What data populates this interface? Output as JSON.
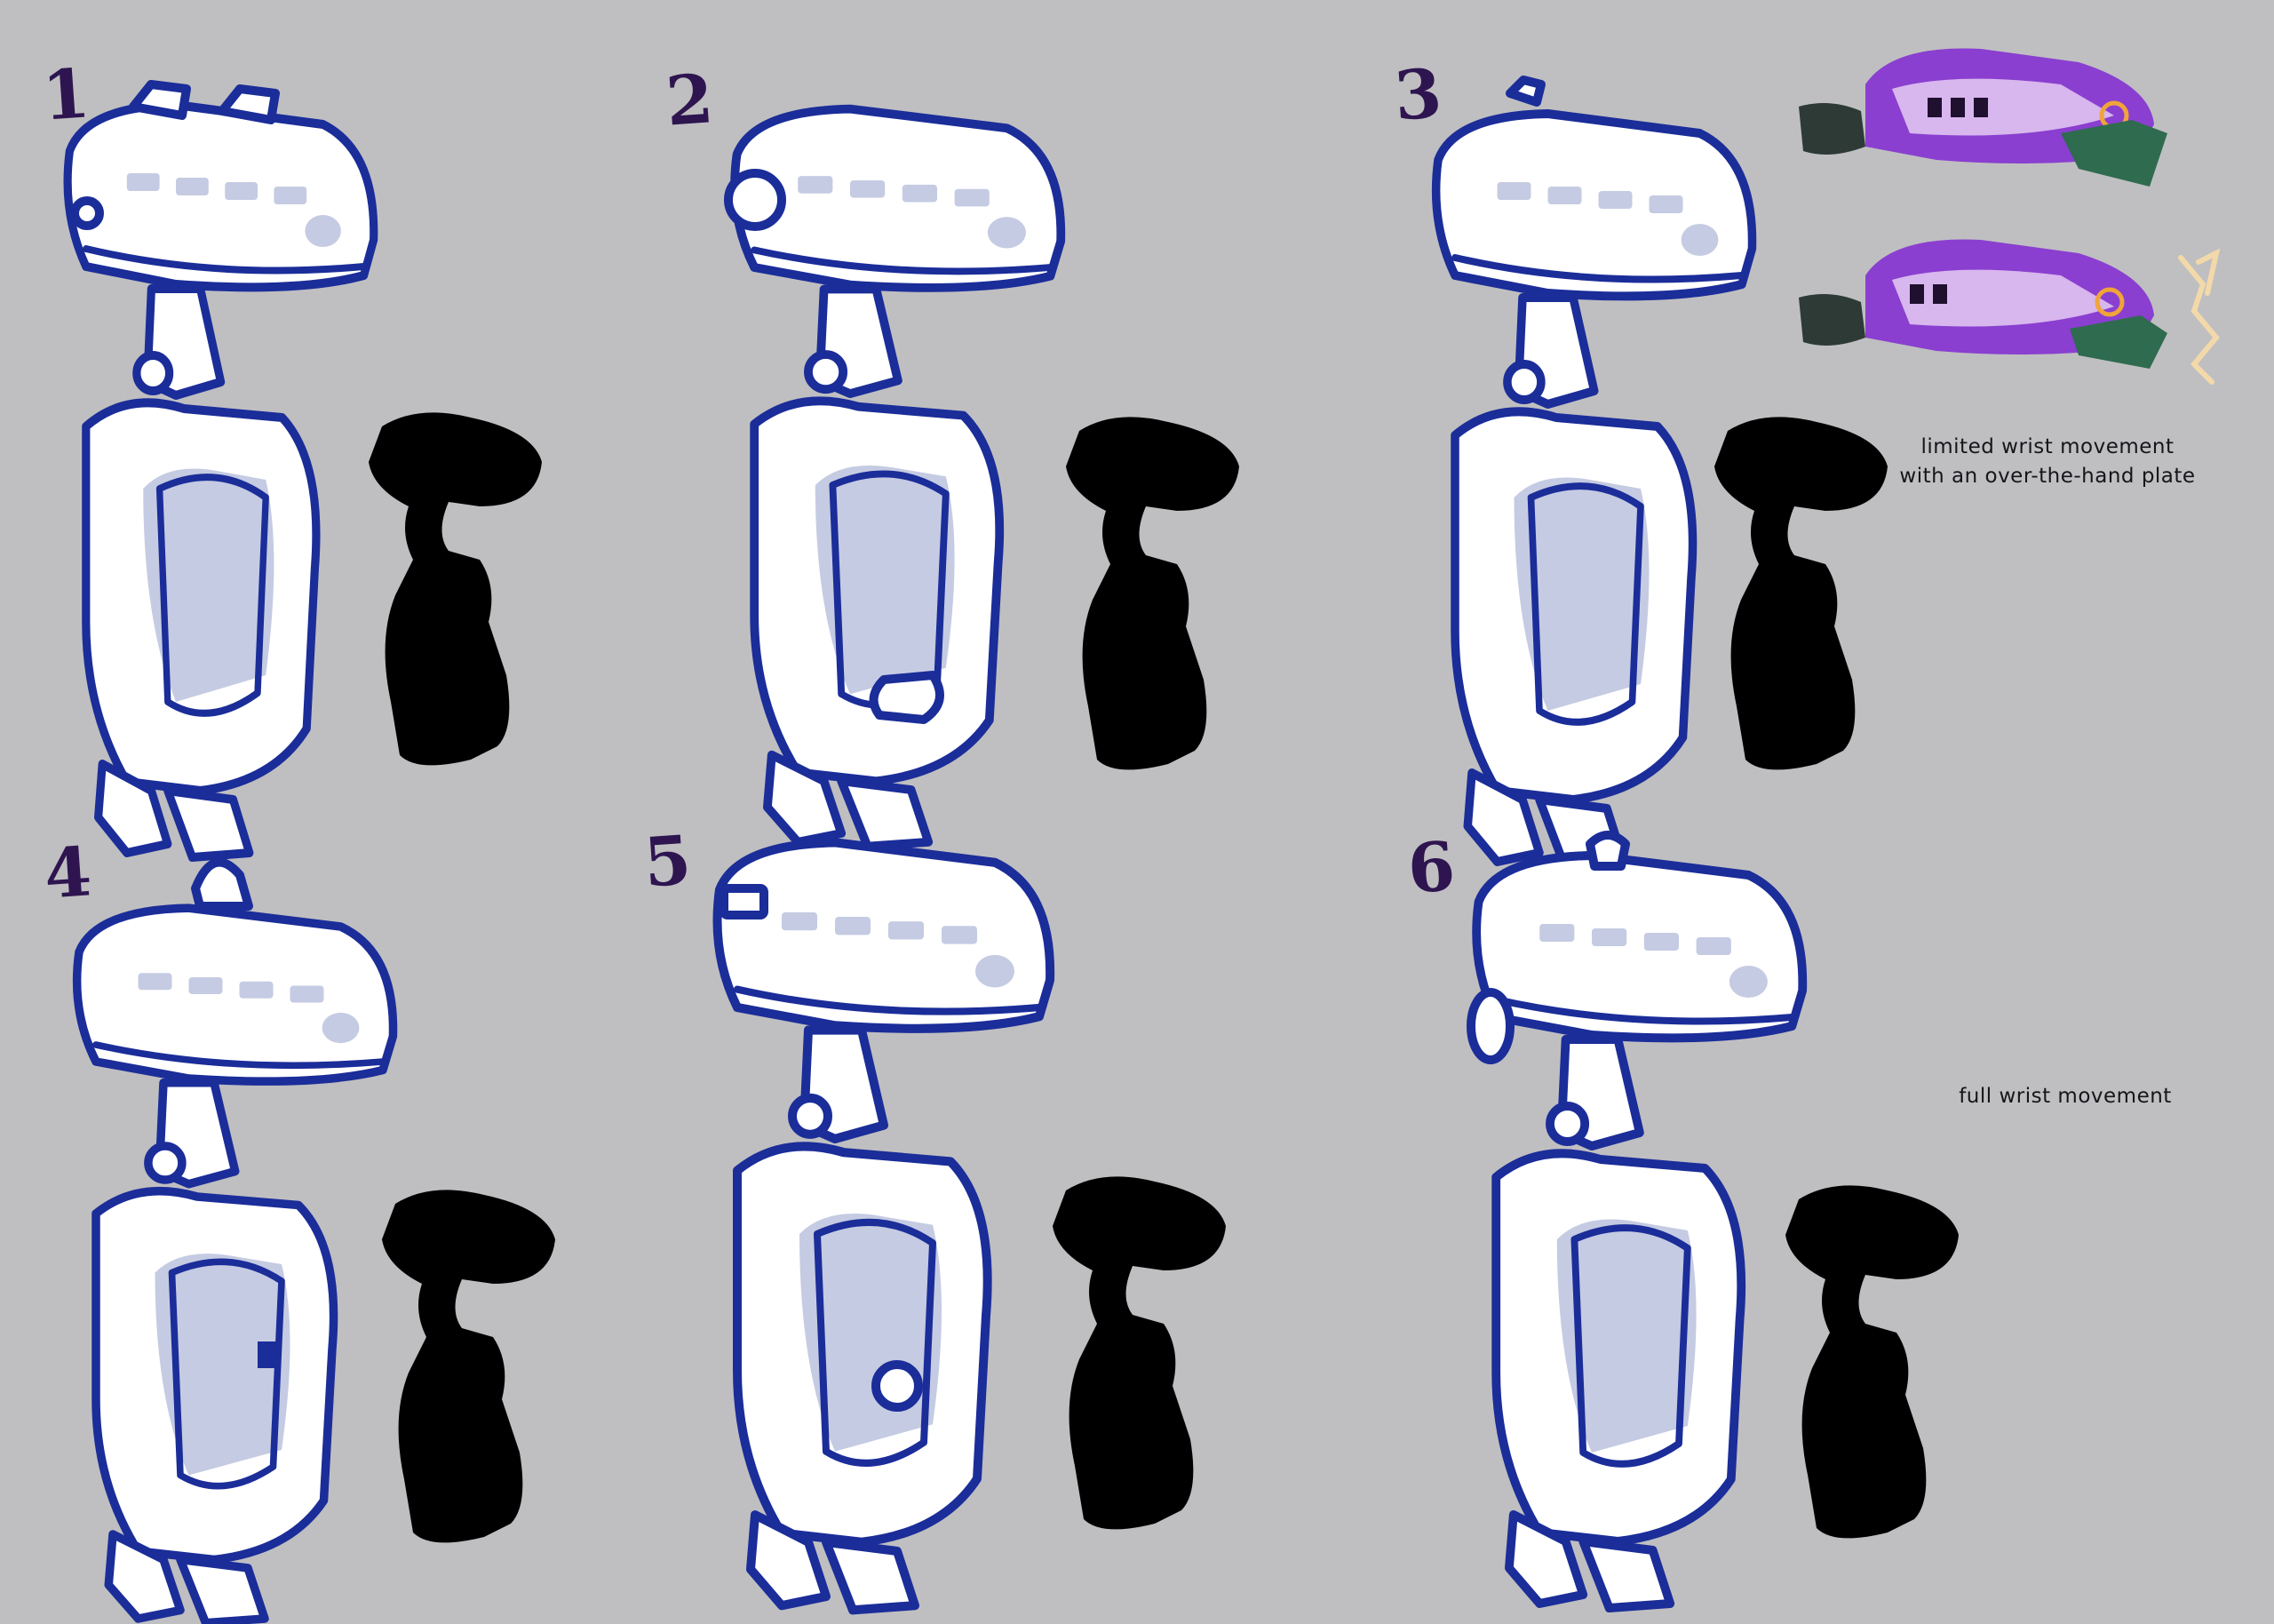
{
  "sketches": [
    {
      "number": "1"
    },
    {
      "number": "2"
    },
    {
      "number": "3"
    },
    {
      "number": "4"
    },
    {
      "number": "5"
    },
    {
      "number": "6"
    }
  ],
  "notes": {
    "limited_line1": "limited wrist movement",
    "limited_line2": "with an over-the-hand plate",
    "full": "full wrist movement"
  },
  "colors": {
    "background": "#bfbfc1",
    "ink_outline": "#1b2d99",
    "shade": "#c5cbe2",
    "silhouette": "#000000",
    "variant_purple": "#8a3fd0",
    "variant_green": "#2f6b4f",
    "variant_orange": "#f0a43a",
    "number_ink": "#2e1550"
  },
  "icons": {
    "sketch": "robot-arm-drawing",
    "silhouette": "shape-silhouette",
    "variant": "color-arm-variant",
    "motion": "motion-lines"
  }
}
